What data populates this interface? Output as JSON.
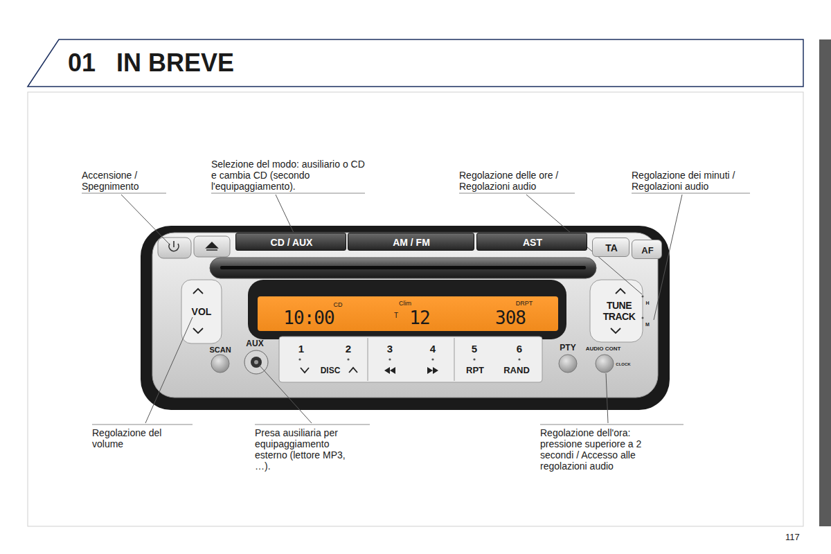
{
  "diagram": {
    "title": "IN BREVE",
    "nodes": [
      {
        "text": [
          "CD / AUX"
        ]
      },
      {
        "text": [
          "AM / FM"
        ]
      },
      {
        "text": [
          "AST"
        ]
      },
      {
        "text": [
          "TA"
        ]
      },
      {
        "text": [
          "AF"
        ]
      },
      {
        "text": [
          "VOL"
        ]
      },
      {
        "text": [
          "10:00",
          "CD",
          "Clim",
          "T",
          "12",
          "DRPT",
          "308"
        ]
      },
      {
        "text": [
          "TUNE TRACK"
        ]
      },
      {
        "text": [
          "1",
          "2",
          "DISC"
        ]
      },
      {
        "text": [
          "3",
          "4"
        ]
      },
      {
        "text": [
          "5",
          "6",
          "RPT",
          "RAND"
        ]
      }
    ],
    "labels": [
      "01",
      "Accensione / Spegnimento",
      "Selezione del modo: ausiliario o CD e cambia CD (secondo l'equipaggiamento).",
      "Regolazione delle ore / Regolazioni audio",
      "Regolazione dei minuti / Regolazioni audio",
      "Regolazione del volume",
      "Presa ausiliaria per equipaggiamento esterno (lettore MP3, …).",
      "Regolazione dell'ora: pressione superiore a 2 secondi / Accesso alle regolazioni audio",
      "SCAN",
      "AUX",
      "PTY",
      "AUDIO CONT",
      "CLOCK",
      "H",
      "M",
      "117"
    ]
  }
}
